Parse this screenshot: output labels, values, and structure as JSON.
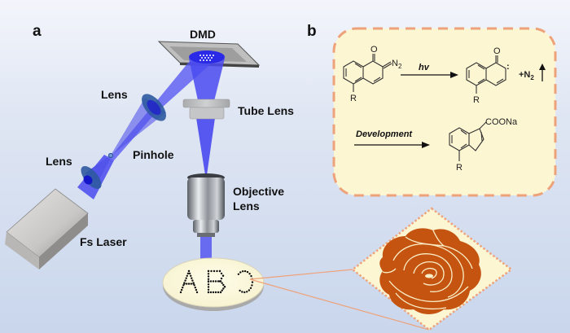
{
  "panels": {
    "a": "a",
    "b": "b"
  },
  "setup": {
    "labels": {
      "dmd": "DMD",
      "lens_upper": "Lens",
      "tube_lens": "Tube Lens",
      "pinhole": "Pinhole",
      "lens_lower": "Lens",
      "objective_line1": "Objective",
      "objective_line2": "Lens",
      "fs_laser": "Fs Laser"
    },
    "sample_letters": [
      "A",
      "B",
      "C"
    ]
  },
  "reaction": {
    "reactant_o": "O",
    "reactant_n2": "N",
    "reactant_n2_sub": "2",
    "reactant_r": "R",
    "step1_label": "hv",
    "intermediate_o": "O",
    "intermediate_carbene": ":",
    "intermediate_r": "R",
    "byproduct": "+N",
    "byproduct_sub": "2",
    "step2_label": "Development",
    "product_group": "COONa",
    "product_r": "R"
  },
  "zoom_inset": {
    "pattern": "rose"
  },
  "colors": {
    "beam": "#3a3cf0",
    "lens": "#2d5aa0",
    "panel_border": "#eea27a",
    "panel_fill": "#fdf6d3",
    "rose": "#c4540f",
    "rose_line": "#fbefc8"
  }
}
